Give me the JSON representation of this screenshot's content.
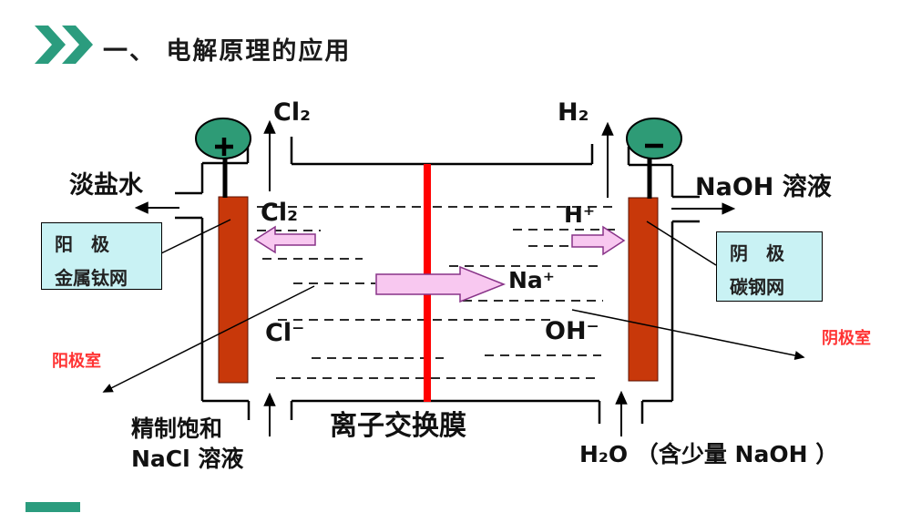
{
  "slide": {
    "title": "一、 电解原理的应用"
  },
  "colors": {
    "accent_teal": "#2b9c7e",
    "terminal_green": "#2e9b76",
    "electrode_red": "#c8380a",
    "membrane_red": "#ff0000",
    "flow_arrow_pink": "#f8c8f0",
    "info_box_cyan": "#c9f2f4",
    "chamber_label_red": "#ff3333"
  },
  "diagram": {
    "terminals": {
      "anode_sign": "+",
      "cathode_sign": "-"
    },
    "labels": {
      "cl2_top": "Cl₂",
      "h2_top": "H₂",
      "brine_out": "淡盐水",
      "naoh_out": "NaOH 溶液",
      "cl2_mid": "Cl₂",
      "h_plus": "H⁺",
      "na_plus": "Na⁺",
      "cl_minus": "Cl⁻",
      "oh_minus": "OH⁻",
      "membrane": "离子交换膜",
      "feed_line1": "精制饱和",
      "feed_line2": "NaCl 溶液",
      "water_feed": "H₂O （含少量 NaOH ）",
      "anode_chamber": "阳极室",
      "cathode_chamber": "阴极室"
    },
    "boxes": {
      "anode": {
        "line1": "阳　极",
        "line2": "金属钛网"
      },
      "cathode": {
        "line1": "阴　极",
        "line2": "碳钢网"
      }
    }
  }
}
